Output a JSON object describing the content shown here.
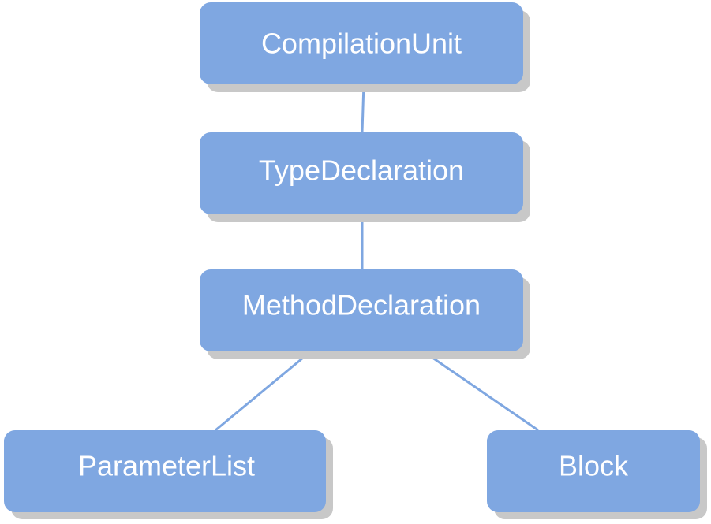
{
  "colors": {
    "node_fill": "#7fa7e1",
    "node_shadow": "#c8c8c8",
    "edge": "#7fa7e1",
    "label": "#ffffff",
    "background": "#ffffff"
  },
  "nodes": [
    {
      "id": "compilation-unit",
      "label": "CompilationUnit"
    },
    {
      "id": "type-declaration",
      "label": "TypeDeclaration"
    },
    {
      "id": "method-declaration",
      "label": "MethodDeclaration"
    },
    {
      "id": "parameter-list",
      "label": "ParameterList"
    },
    {
      "id": "block",
      "label": "Block"
    }
  ],
  "edges": [
    {
      "from": "compilation-unit",
      "to": "type-declaration"
    },
    {
      "from": "type-declaration",
      "to": "method-declaration"
    },
    {
      "from": "method-declaration",
      "to": "parameter-list"
    },
    {
      "from": "method-declaration",
      "to": "block"
    }
  ]
}
